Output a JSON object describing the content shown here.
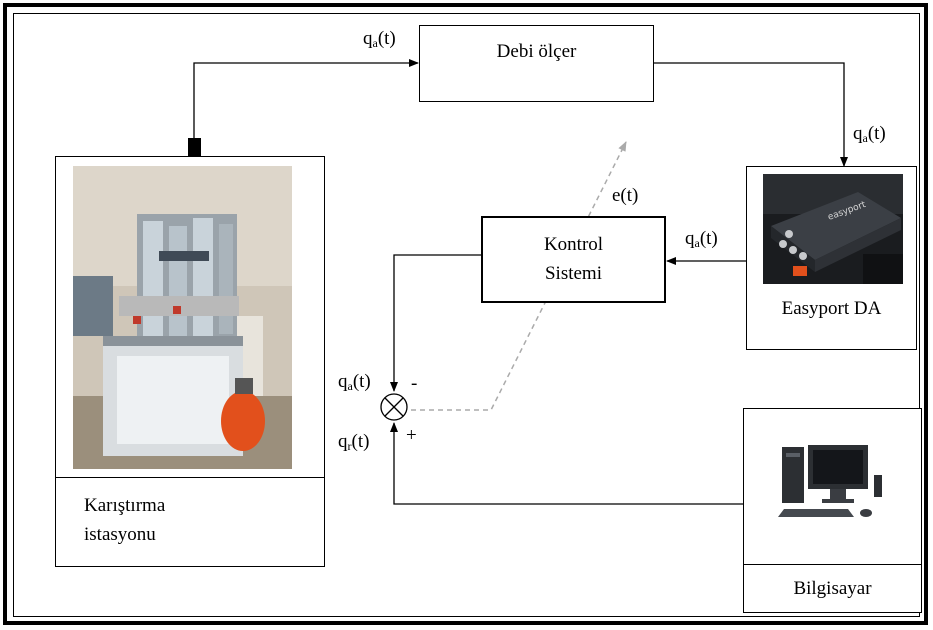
{
  "blocks": {
    "flow_meter": "Debi ölçer",
    "control_line1": "Kontrol",
    "control_line2": "Sistemi",
    "easyport": "Easyport DA",
    "mixing_line1": "Karıştırma",
    "mixing_line2": "istasyonu",
    "computer": "Bilgisayar"
  },
  "signals": {
    "q_a_base": "q",
    "q_a_sub": "a",
    "q_r_base": "q",
    "q_r_sub": "r",
    "t_suffix": "(t)",
    "error": "e(t)",
    "minus": "-",
    "plus": "+"
  },
  "colors": {
    "line": "#000000",
    "error_path": "#aaaaaa",
    "device_body": "#2c2f33",
    "compressor": "#e2501c"
  }
}
